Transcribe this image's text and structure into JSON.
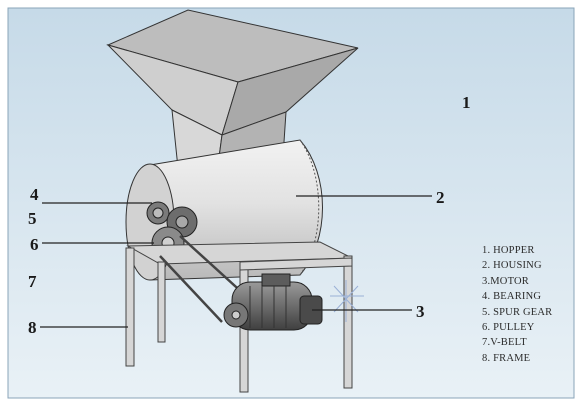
{
  "callouts": {
    "c1": "1",
    "c2": "2",
    "c3": "3",
    "c4": "4",
    "c5": "5",
    "c6": "6",
    "c7": "7",
    "c8": "8"
  },
  "legend": [
    "1. HOPPER",
    "2. HOUSING",
    "3.MOTOR",
    "4. BEARING",
    "5. SPUR GEAR",
    "6. PULLEY",
    "7.V-BELT",
    "8. FRAME"
  ],
  "colors": {
    "background_top": "#c6dae8",
    "background_bottom": "#e9f1f6",
    "metal_light": "#e4e4e4",
    "metal_mid": "#c9c9c9",
    "metal_dark": "#8f8f8f",
    "motor": "#6e6e6e",
    "outline": "#333333"
  }
}
